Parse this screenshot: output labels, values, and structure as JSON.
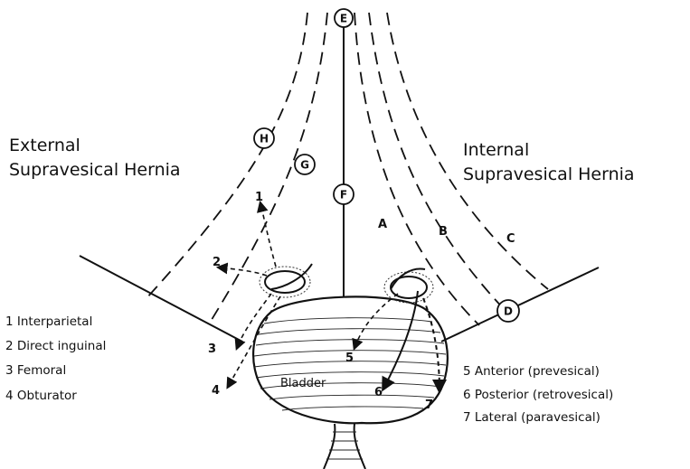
{
  "headings": {
    "external_line1": "External",
    "external_line2": "Supravesical Hernia",
    "internal_line1": "Internal",
    "internal_line2": "Supravesical Hernia"
  },
  "circle_labels": {
    "E": "E",
    "F": "F",
    "G": "G",
    "H": "H",
    "D": "D"
  },
  "region_labels": {
    "A": "A",
    "B": "B",
    "C": "C"
  },
  "organ_label": "Bladder",
  "path_numbers": [
    "1",
    "2",
    "3",
    "4",
    "5",
    "6",
    "7"
  ],
  "external_legend": [
    "1 Interparietal",
    "2 Direct inguinal",
    "3 Femoral",
    "4 Obturator"
  ],
  "internal_legend": [
    "5 Anterior (prevesical)",
    "6 Posterior (retrovesical)",
    "7 Lateral (paravesical)"
  ]
}
